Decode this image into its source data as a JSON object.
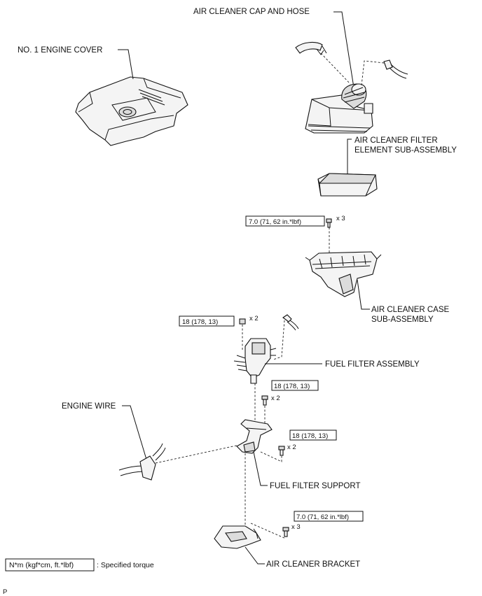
{
  "labels": {
    "air_cleaner_cap_and_hose": "AIR CLEANER CAP AND HOSE",
    "no1_engine_cover": "NO. 1 ENGINE COVER",
    "filter_element_line1": "AIR CLEANER FILTER",
    "filter_element_line2": "ELEMENT SUB-ASSEMBLY",
    "case_line1": "AIR CLEANER CASE",
    "case_line2": "SUB-ASSEMBLY",
    "fuel_filter_assembly": "FUEL FILTER ASSEMBLY",
    "engine_wire": "ENGINE WIRE",
    "fuel_filter_support": "FUEL FILTER SUPPORT",
    "air_cleaner_bracket": "AIR CLEANER BRACKET"
  },
  "torques": {
    "air_cleaner_case_bolts": {
      "value": "7.0 (71, 62 in.*lbf)",
      "qty": "x 3"
    },
    "fuel_filter_nuts": {
      "value": "18 (178, 13)",
      "qty": "x 2"
    },
    "fuel_filter_bolts": {
      "value": "18 (178, 13)",
      "qty": "x 2"
    },
    "fuel_filter_support_bolts": {
      "value": "18 (178, 13)",
      "qty": "x 2"
    },
    "air_cleaner_bracket_bolts": {
      "value": "7.0 (71, 62 in.*lbf)",
      "qty": "x 3"
    }
  },
  "legend": {
    "unit_box": "N*m (kgf*cm, ft.*lbf)",
    "description": ": Specified torque"
  },
  "corner_mark": "P"
}
